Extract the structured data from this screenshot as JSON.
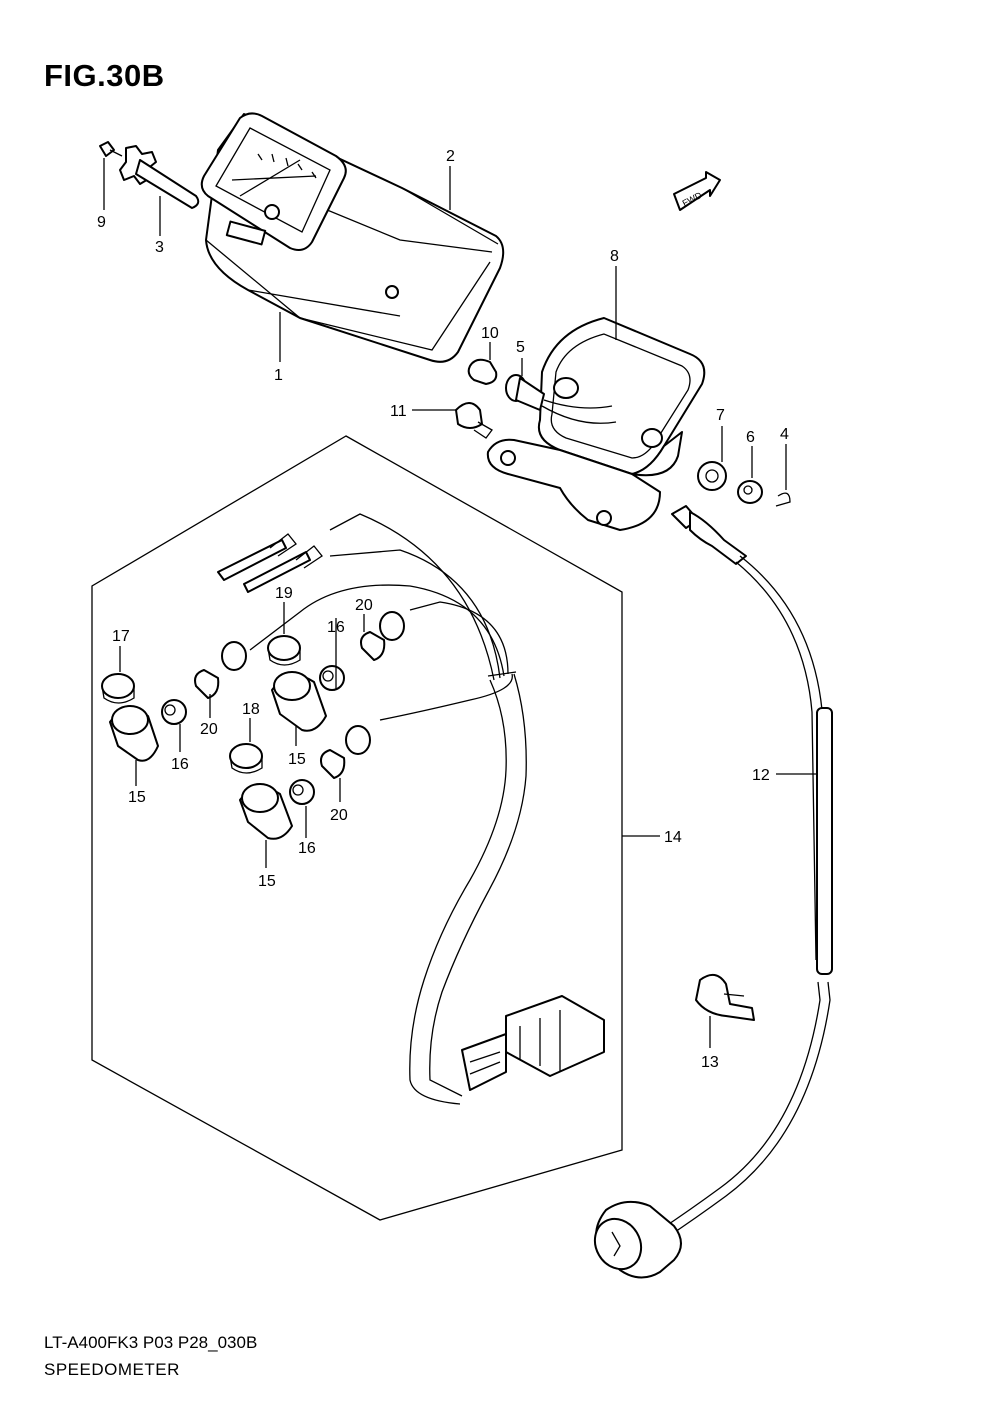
{
  "figure": {
    "title": "FIG.30B",
    "model_code": "LT-A400FK3 P03 P28_030B",
    "name": "SPEEDOMETER"
  },
  "fwd_arrow": {
    "label": "FWD"
  },
  "callouts": [
    {
      "id": "c1",
      "label": "1"
    },
    {
      "id": "c2",
      "label": "2"
    },
    {
      "id": "c3",
      "label": "3"
    },
    {
      "id": "c4",
      "label": "4"
    },
    {
      "id": "c5",
      "label": "5"
    },
    {
      "id": "c6",
      "label": "6"
    },
    {
      "id": "c7",
      "label": "7"
    },
    {
      "id": "c8",
      "label": "8"
    },
    {
      "id": "c9",
      "label": "9"
    },
    {
      "id": "c10",
      "label": "10"
    },
    {
      "id": "c11",
      "label": "11"
    },
    {
      "id": "c12",
      "label": "12"
    },
    {
      "id": "c13",
      "label": "13"
    },
    {
      "id": "c14",
      "label": "14"
    },
    {
      "id": "c15a",
      "label": "15"
    },
    {
      "id": "c15b",
      "label": "15"
    },
    {
      "id": "c15c",
      "label": "15"
    },
    {
      "id": "c16a",
      "label": "16"
    },
    {
      "id": "c16b",
      "label": "16"
    },
    {
      "id": "c16c",
      "label": "16"
    },
    {
      "id": "c17",
      "label": "17"
    },
    {
      "id": "c18",
      "label": "18"
    },
    {
      "id": "c19",
      "label": "19"
    },
    {
      "id": "c20a",
      "label": "20"
    },
    {
      "id": "c20b",
      "label": "20"
    },
    {
      "id": "c20c",
      "label": "20"
    }
  ]
}
